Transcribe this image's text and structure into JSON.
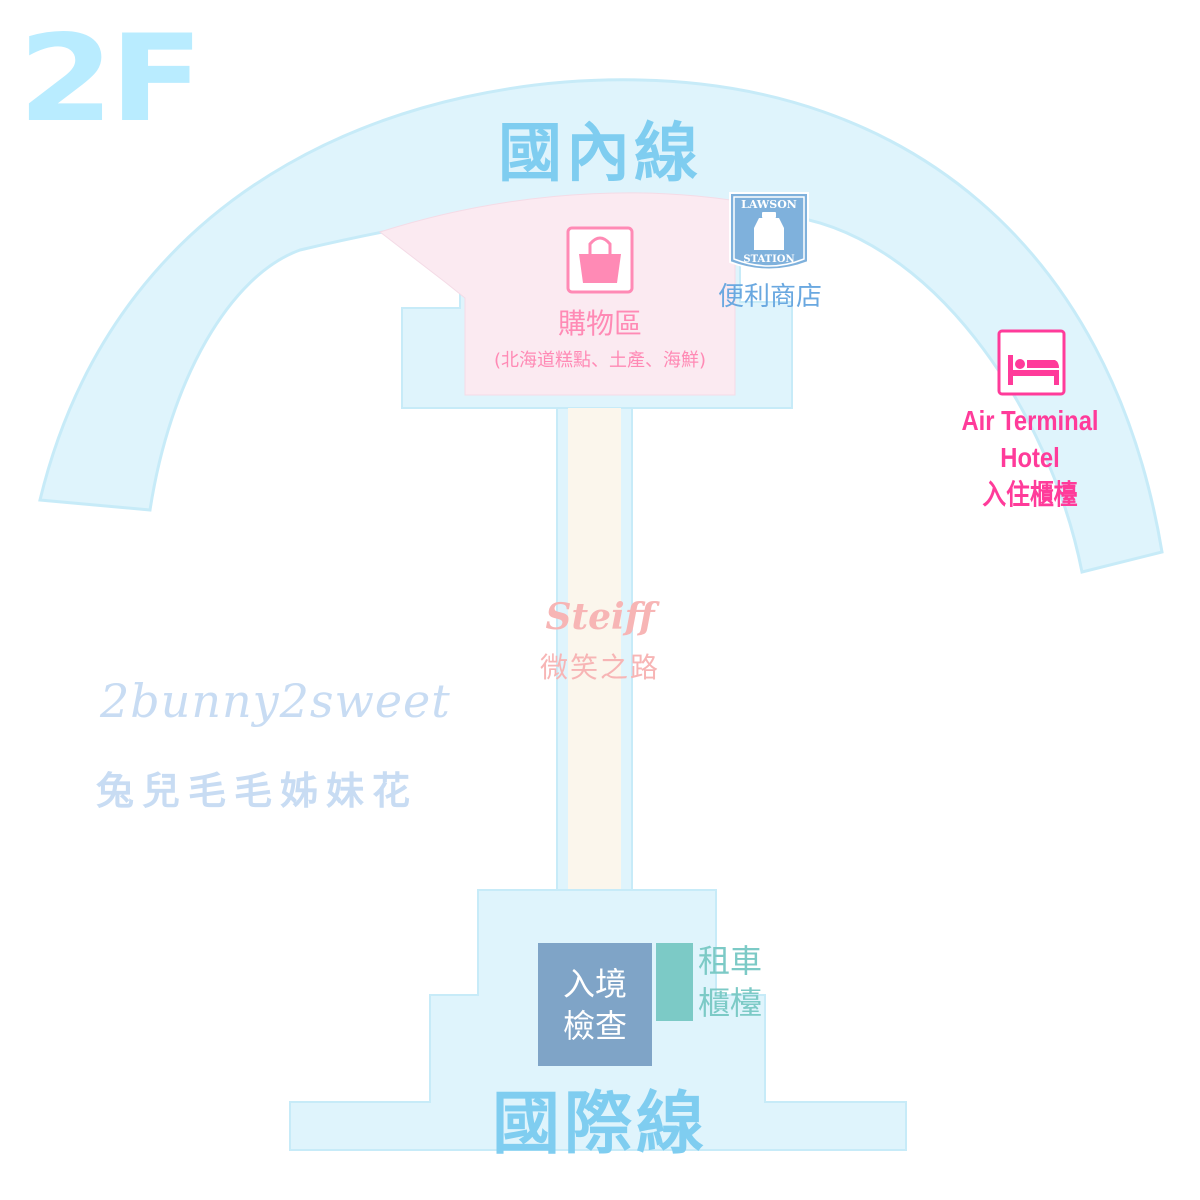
{
  "floor": {
    "label": "2F"
  },
  "terminals": {
    "domestic": "國內線",
    "international": "國際線"
  },
  "shopping": {
    "icon": "shopping-bag-icon",
    "title": "購物區",
    "subtitle": "(北海道糕點、土產、海鮮)"
  },
  "convenience_store": {
    "logo_top": "LAWSON",
    "logo_bottom": "STATION",
    "icon": "milk-can-icon",
    "label": "便利商店"
  },
  "hotel": {
    "icon": "bed-icon",
    "line1": "Air Terminal",
    "line2": "Hotel",
    "line3": "入住櫃檯"
  },
  "walkway": {
    "brand": "Steiff",
    "label": "微笑之路"
  },
  "watermark": {
    "en": "2bunny2sweet",
    "zh": "兔兒毛毛姊妹花"
  },
  "immigration": {
    "line1": "入境",
    "line2": "檢查"
  },
  "rental_car": {
    "line1": "租車",
    "line2": "櫃檯"
  },
  "colors": {
    "terminal_fill": "#dff4fc",
    "terminal_edge": "#c7ebf8",
    "shopping_fill": "#fbeaf1",
    "walkway_fill": "#fbf6ec",
    "shopping_pink": "#ff8ab5",
    "hotel_pink": "#ff3b9a",
    "lawson_blue": "#7fb1dc",
    "label_blue": "#7fcdf0",
    "immigration": "#7fa4c7",
    "rental": "#7ccac6"
  }
}
